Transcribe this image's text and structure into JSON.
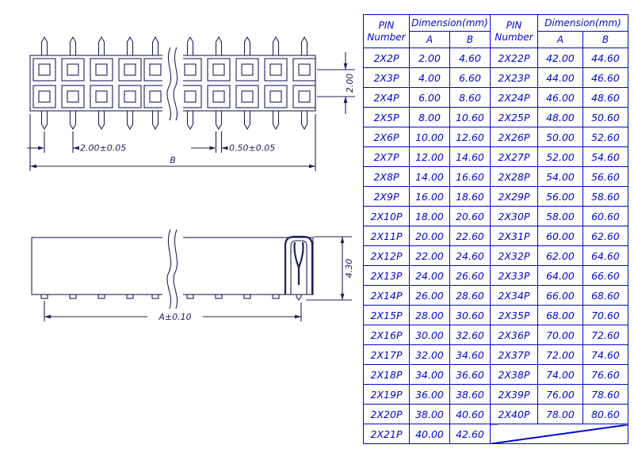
{
  "colors": {
    "drawing_line": "#20205a",
    "table_blue": "#0008cf",
    "background": "#ffffff"
  },
  "drawing": {
    "top_view": {
      "dim_row_pitch": "2.00",
      "dim_pin_pitch": "2.00±0.05",
      "dim_pin_width": "0.50±0.05",
      "dim_overall_length": "B"
    },
    "side_view": {
      "dim_height": "4.30",
      "dim_length": "A±0.10"
    }
  },
  "table": {
    "header": {
      "pin_line1": "PIN",
      "pin_line2": "Number",
      "dimension": "Dimension(mm)",
      "col_a": "A",
      "col_b": "B"
    },
    "rows": [
      {
        "pin": "2X2P",
        "a": "2.00",
        "b": "4.60",
        "pin2": "2X22P",
        "a2": "42.00",
        "b2": "44.60"
      },
      {
        "pin": "2X3P",
        "a": "4.00",
        "b": "6.60",
        "pin2": "2X23P",
        "a2": "44.00",
        "b2": "46.60"
      },
      {
        "pin": "2X4P",
        "a": "6.00",
        "b": "8.60",
        "pin2": "2X24P",
        "a2": "46.00",
        "b2": "48.60"
      },
      {
        "pin": "2X5P",
        "a": "8.00",
        "b": "10.60",
        "pin2": "2X25P",
        "a2": "48.00",
        "b2": "50.60"
      },
      {
        "pin": "2X6P",
        "a": "10.00",
        "b": "12.60",
        "pin2": "2X26P",
        "a2": "50.00",
        "b2": "52.60"
      },
      {
        "pin": "2X7P",
        "a": "12.00",
        "b": "14.60",
        "pin2": "2X27P",
        "a2": "52.00",
        "b2": "54.60"
      },
      {
        "pin": "2X8P",
        "a": "14.00",
        "b": "16.60",
        "pin2": "2X28P",
        "a2": "54.00",
        "b2": "56.60"
      },
      {
        "pin": "2X9P",
        "a": "16.00",
        "b": "18.60",
        "pin2": "2X29P",
        "a2": "56.00",
        "b2": "58.60"
      },
      {
        "pin": "2X10P",
        "a": "18.00",
        "b": "20.60",
        "pin2": "2X30P",
        "a2": "58.00",
        "b2": "60.60"
      },
      {
        "pin": "2X11P",
        "a": "20.00",
        "b": "22.60",
        "pin2": "2X31P",
        "a2": "60.00",
        "b2": "62.60"
      },
      {
        "pin": "2X12P",
        "a": "22.00",
        "b": "24.60",
        "pin2": "2X32P",
        "a2": "62.00",
        "b2": "64.60"
      },
      {
        "pin": "2X13P",
        "a": "24.00",
        "b": "26.60",
        "pin2": "2X33P",
        "a2": "64.00",
        "b2": "66.60"
      },
      {
        "pin": "2X14P",
        "a": "26.00",
        "b": "28.60",
        "pin2": "2X34P",
        "a2": "66.00",
        "b2": "68.60"
      },
      {
        "pin": "2X15P",
        "a": "28.00",
        "b": "30.60",
        "pin2": "2X35P",
        "a2": "68.00",
        "b2": "70.60"
      },
      {
        "pin": "2X16P",
        "a": "30.00",
        "b": "32.60",
        "pin2": "2X36P",
        "a2": "70.00",
        "b2": "72.60"
      },
      {
        "pin": "2X17P",
        "a": "32.00",
        "b": "34.60",
        "pin2": "2X37P",
        "a2": "72.00",
        "b2": "74.60"
      },
      {
        "pin": "2X18P",
        "a": "34.00",
        "b": "36.60",
        "pin2": "2X38P",
        "a2": "74.00",
        "b2": "76.60"
      },
      {
        "pin": "2X19P",
        "a": "36.00",
        "b": "38.60",
        "pin2": "2X39P",
        "a2": "76.00",
        "b2": "78.60"
      },
      {
        "pin": "2X20P",
        "a": "38.00",
        "b": "40.60",
        "pin2": "2X40P",
        "a2": "78.00",
        "b2": "80.60"
      },
      {
        "pin": "2X21P",
        "a": "40.00",
        "b": "42.60"
      }
    ]
  }
}
